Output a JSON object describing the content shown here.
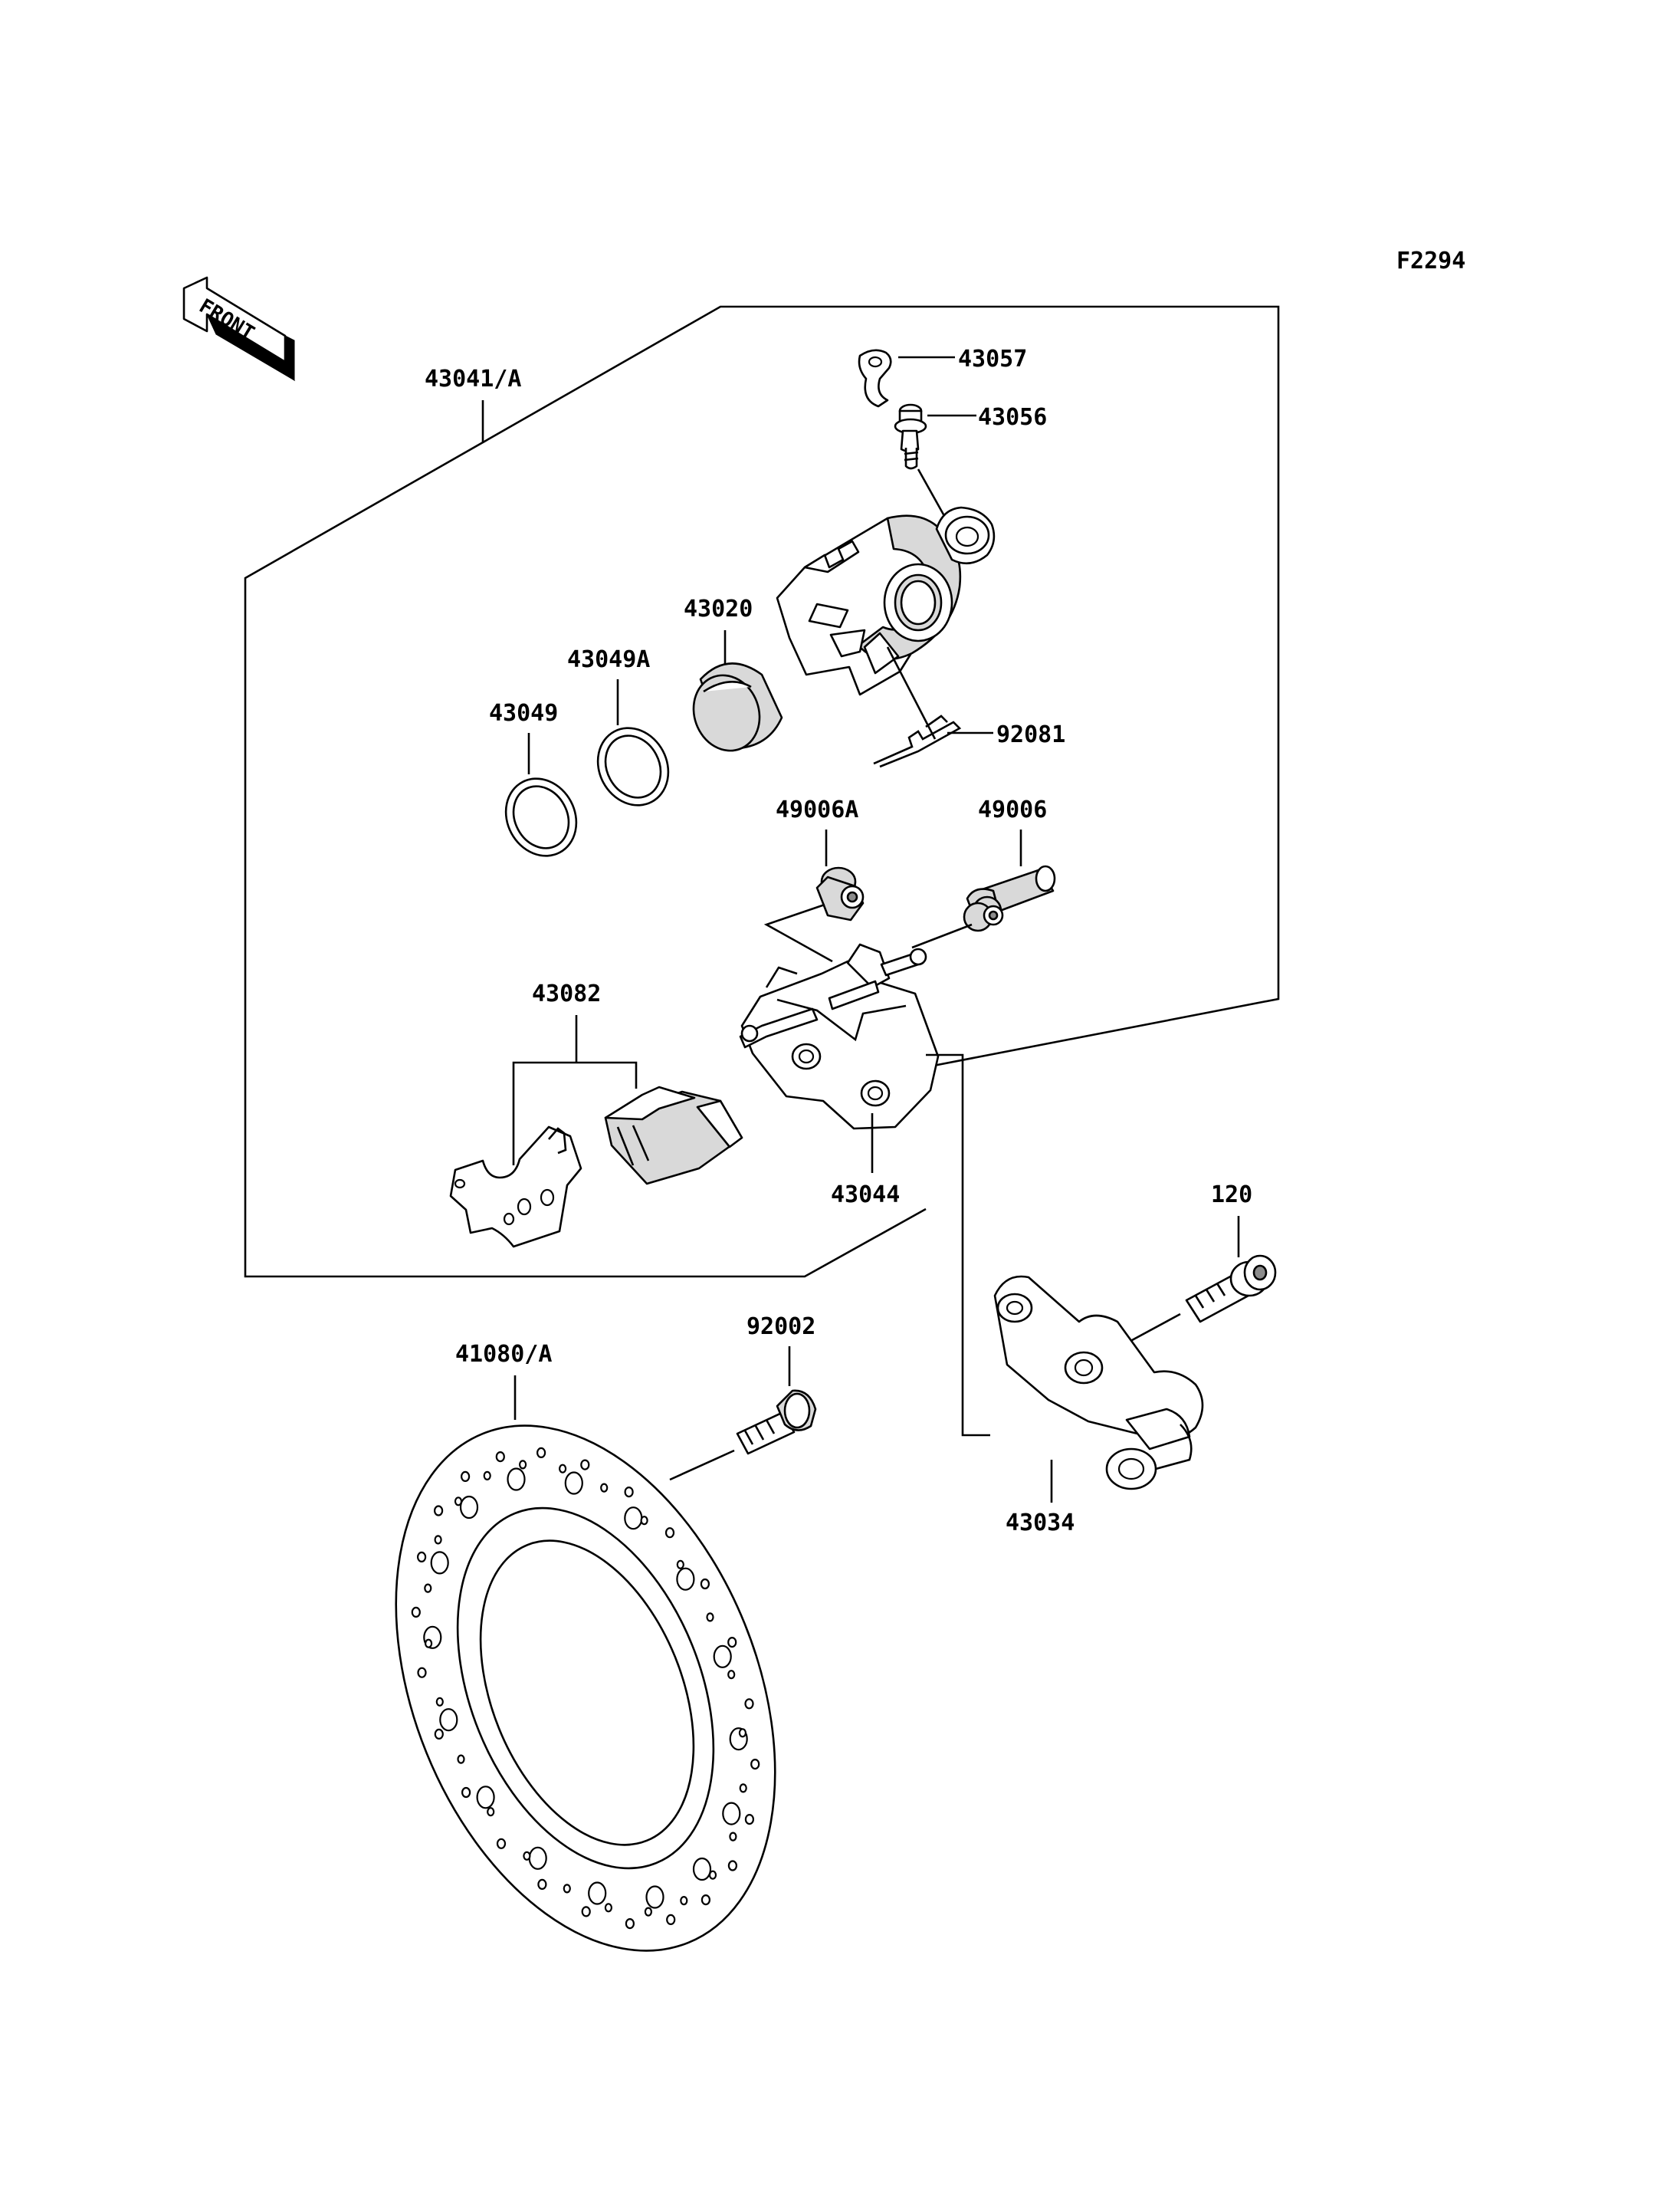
{
  "figure_id": "F2294",
  "front_label": "FRONT",
  "parts": {
    "p43041": "43041/A",
    "p43057": "43057",
    "p43056": "43056",
    "p43020": "43020",
    "p43049A": "43049A",
    "p43049": "43049",
    "p92081": "92081",
    "p49006A": "49006A",
    "p49006": "49006",
    "p43082": "43082",
    "p43044": "43044",
    "p120": "120",
    "p92002": "92002",
    "p41080": "41080/A",
    "p43034": "43034"
  }
}
